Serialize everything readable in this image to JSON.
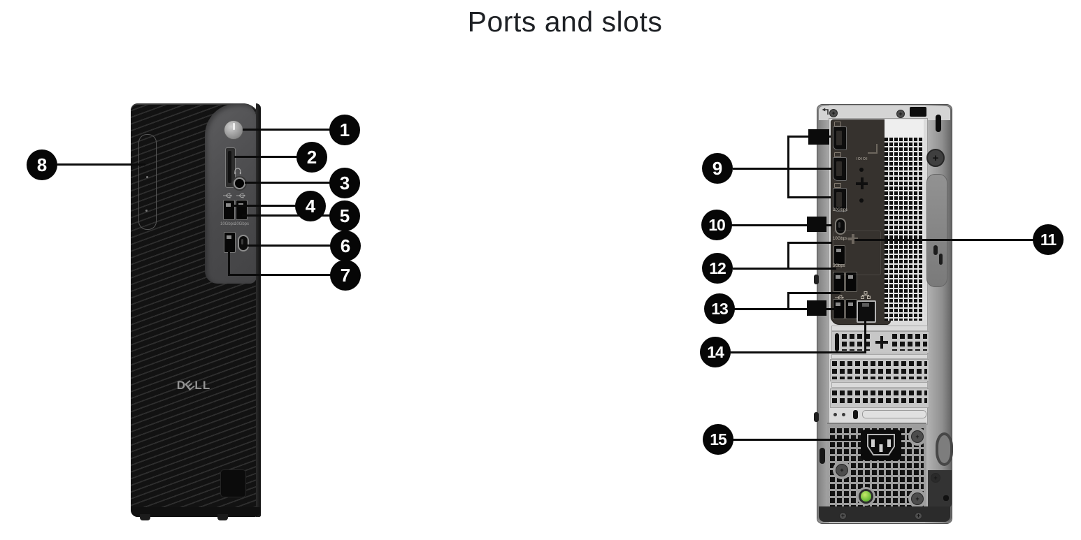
{
  "title": "Ports and slots",
  "callouts": {
    "c1": "1",
    "c2": "2",
    "c3": "3",
    "c4": "4",
    "c5": "5",
    "c6": "6",
    "c7": "7",
    "c8": "8",
    "c9": "9",
    "c10": "10",
    "c11": "11",
    "c12": "12",
    "c13": "13",
    "c14": "14",
    "c15": "15"
  },
  "front_view": {
    "logo_letters": [
      "D",
      "E",
      "L",
      "L"
    ],
    "labels": {
      "usb_a_speed": "10Gbps",
      "usb_c_speed": "10Gbps"
    }
  },
  "rear_view": {
    "labels": {
      "serial": "IOIOI",
      "usb_c_speed": "20Gbps",
      "usb_a_speed": "10Gbps",
      "usb_pair_speed": "5Gbps"
    }
  }
}
